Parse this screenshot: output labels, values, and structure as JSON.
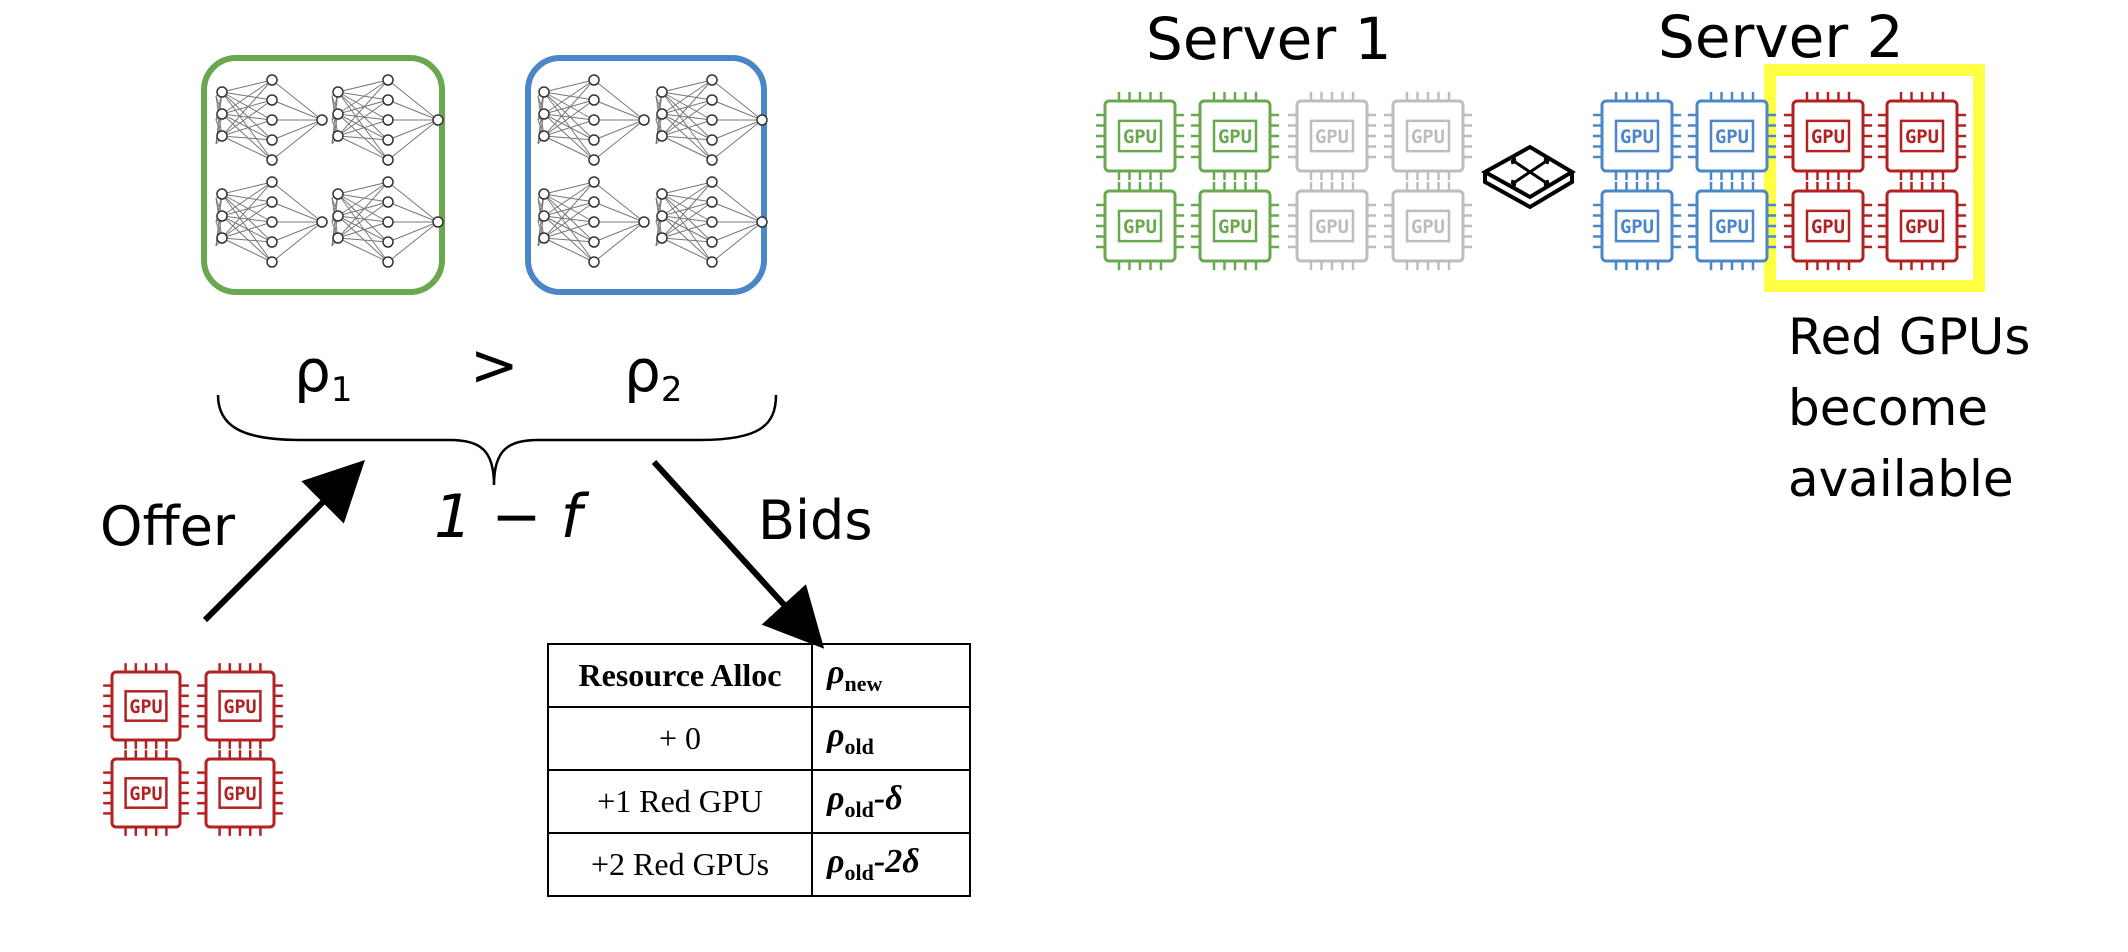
{
  "left": {
    "rho_left": {
      "symbol": "ρ",
      "sub": "1"
    },
    "comparison": ">",
    "rho_right": {
      "symbol": "ρ",
      "sub": "2"
    },
    "formula": "1 − f",
    "offer_label": "Offer",
    "bids_label": "Bids"
  },
  "table": {
    "header": {
      "alloc": "Resource Alloc",
      "rho_symbol": "ρ",
      "rho_sub": "new"
    },
    "rows": [
      {
        "alloc": "+ 0",
        "rho_symbol": "ρ",
        "rho_sub": "old",
        "rho_suffix": ""
      },
      {
        "alloc": "+1 Red GPU",
        "rho_symbol": "ρ",
        "rho_sub": "old",
        "rho_suffix": "-δ"
      },
      {
        "alloc": "+2 Red GPUs",
        "rho_symbol": "ρ",
        "rho_sub": "old",
        "rho_suffix": "-2δ"
      }
    ]
  },
  "servers": {
    "server1_title": "Server 1",
    "server2_title": "Server 2",
    "chip_text": "GPU",
    "available_note": [
      "Red GPUs",
      "become",
      "available"
    ]
  },
  "colors": {
    "green": "#6aa84f",
    "blue": "#4a86c8",
    "gray": "#bdbdbd",
    "red": "#b22222",
    "highlight": "#ffff44"
  },
  "icons": [
    "neural-network-icon",
    "gpu-chip-icon",
    "network-switch-icon"
  ]
}
